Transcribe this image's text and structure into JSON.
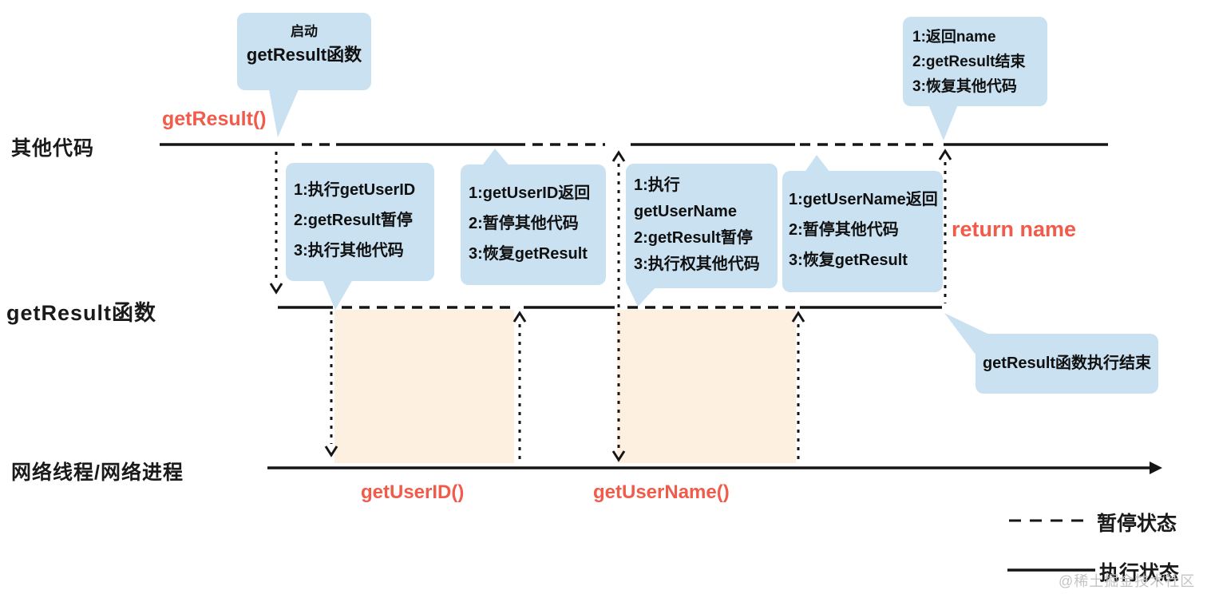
{
  "colors": {
    "background": "#ffffff",
    "bubble_blue": "#c9e1f1",
    "panel_orange": "#fdf0e0",
    "accent_red": "#f15b4a",
    "line_black": "#151515",
    "watermark_gray": "#c4c4c4"
  },
  "rows": {
    "other_code": "其他代码",
    "get_result_fn": "getResult函数",
    "network": "网络线程/网络进程"
  },
  "calls": {
    "get_result": "getResult()",
    "get_user_id": "getUserID()",
    "get_user_name": "getUserName()",
    "return_name": "return name"
  },
  "bubbles": {
    "start": {
      "line1": "启动",
      "line2": "getResult函数"
    },
    "step1": {
      "lines": [
        "1:执行getUserID",
        "2:getResult暂停",
        "3:执行其他代码"
      ]
    },
    "step2": {
      "lines": [
        "1:getUserID返回",
        "2:暂停其他代码",
        "3:恢复getResult"
      ]
    },
    "step3": {
      "lines": [
        "1:执行",
        "getUserName",
        "2:getResult暂停",
        "3:执行权其他代码"
      ]
    },
    "step4": {
      "lines": [
        "1:getUserName返回",
        "2:暂停其他代码",
        "3:恢复getResult"
      ]
    },
    "finish": {
      "lines": [
        "1:返回name",
        "2:getResult结束",
        "3:恢复其他代码"
      ]
    },
    "end": {
      "text": "getResult函数执行结束"
    }
  },
  "legend": {
    "paused": "暂停状态",
    "running": "执行状态"
  },
  "watermark": "@稀土掘金技术社区"
}
